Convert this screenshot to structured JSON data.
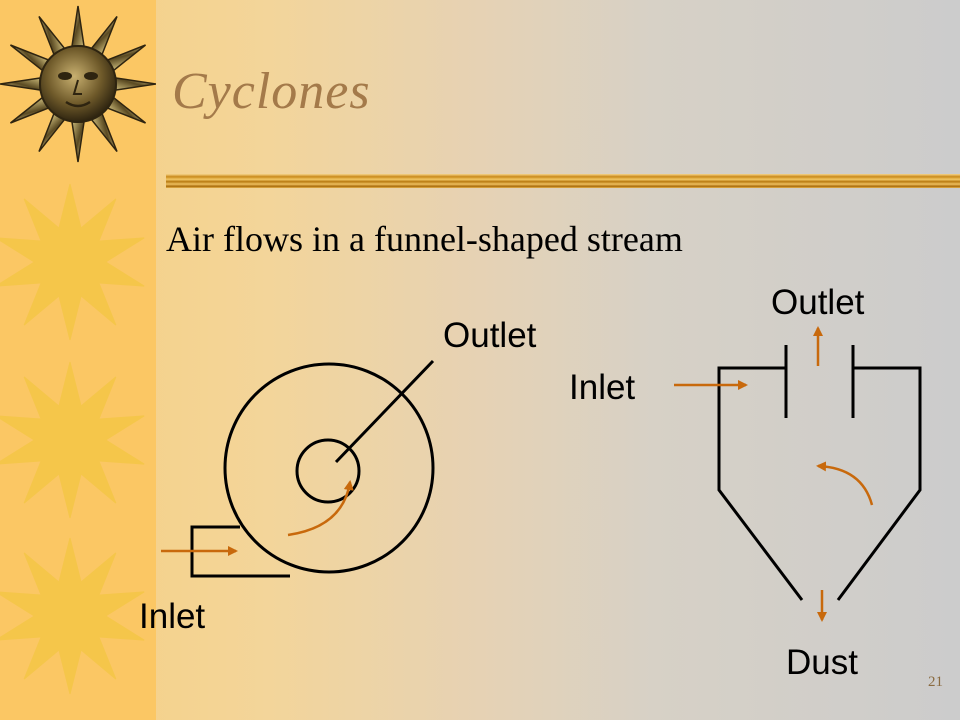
{
  "slide": {
    "title": "Cyclones",
    "subtitle": "Air flows in a funnel-shaped stream",
    "page_number": "21"
  },
  "top_view": {
    "outlet_label": "Outlet",
    "inlet_label": "Inlet"
  },
  "side_view": {
    "outlet_label": "Outlet",
    "inlet_label": "Inlet",
    "dust_label": "Dust"
  },
  "colors": {
    "sidebar": "#fbc764",
    "sun": "#f5c64a",
    "title": "#a47a4a",
    "arrow": "#c8690c",
    "line": "#000000"
  },
  "icons": [
    "sun-face-icon",
    "sun-icon"
  ]
}
